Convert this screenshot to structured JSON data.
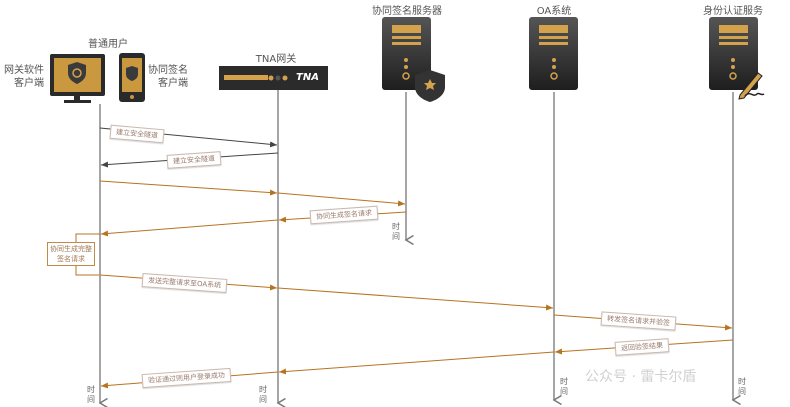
{
  "actors": {
    "user": {
      "title": "普通用户",
      "gateway_client": "网关软件\n客户端",
      "sign_client": "协同签名\n客户端"
    },
    "tna": {
      "title": "TNA网关",
      "device_text": "TNA"
    },
    "sign_server": {
      "title": "协同签名服务器"
    },
    "oa": {
      "title": "OA系统"
    },
    "auth": {
      "title": "身份认证服务"
    }
  },
  "messages": [
    "建立安全隧道",
    "建立安全隧道",
    "协同生成签名请求",
    "协同生成完整签名请求",
    "发送完整请求至OA系统",
    "转发签名请求并验签",
    "返回验签结果",
    "验证通过则用户登录成功"
  ],
  "time_label": "时间",
  "watermark": "公众号 · 雷卡尔盾",
  "colors": {
    "orange": "#b8731f",
    "dark": "#444444",
    "lifeline": "#888888",
    "gold": "#d4a24c"
  }
}
